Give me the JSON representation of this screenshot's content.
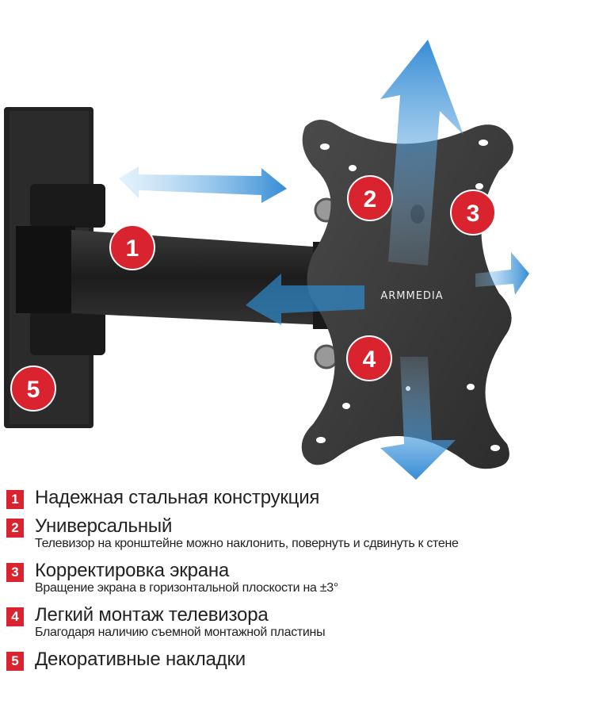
{
  "brand": {
    "logo_text": "ARMMEDIA"
  },
  "callouts": [
    "1",
    "2",
    "3",
    "4",
    "5"
  ],
  "features": [
    {
      "num": "1",
      "title": "Надежная стальная конструкция"
    },
    {
      "num": "2",
      "title": "Универсальный",
      "subtitle": "Телевизор на кронштейне можно наклонить, повернуть и сдвинуть к стене"
    },
    {
      "num": "3",
      "title": "Корректировка экрана",
      "subtitle": "Вращение экрана в горизонтальной плоскости на ±3°"
    },
    {
      "num": "4",
      "title": "Легкий монтаж телевизора",
      "subtitle": "Благодаря наличию съемной монтажной пластины"
    },
    {
      "num": "5",
      "title": "Декоративные накладки"
    }
  ],
  "colors": {
    "accent": "#d9232e",
    "arrow": "#2f8fd6",
    "metal": "#2a2a2a"
  }
}
